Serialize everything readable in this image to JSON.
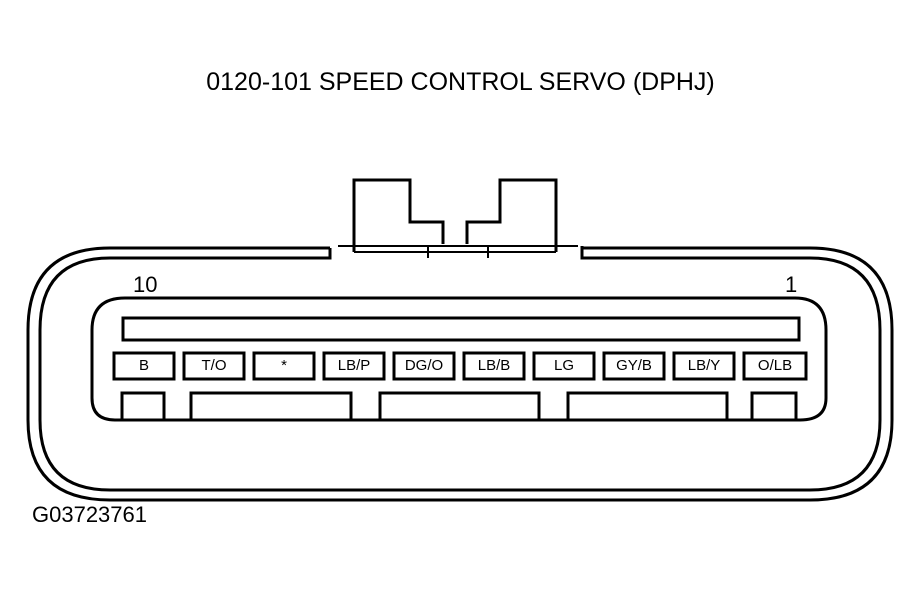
{
  "title": "0120-101 SPEED CONTROL SERVO (DPHJ)",
  "connector": {
    "pin_left_number": "10",
    "pin_right_number": "1",
    "terminals": [
      {
        "label": "B"
      },
      {
        "label": "T/O"
      },
      {
        "label": "*"
      },
      {
        "label": "LB/P"
      },
      {
        "label": "DG/O"
      },
      {
        "label": "LB/B"
      },
      {
        "label": "LG"
      },
      {
        "label": "GY/B"
      },
      {
        "label": "LB/Y"
      },
      {
        "label": "O/LB"
      }
    ]
  },
  "figure_code": "G03723761"
}
